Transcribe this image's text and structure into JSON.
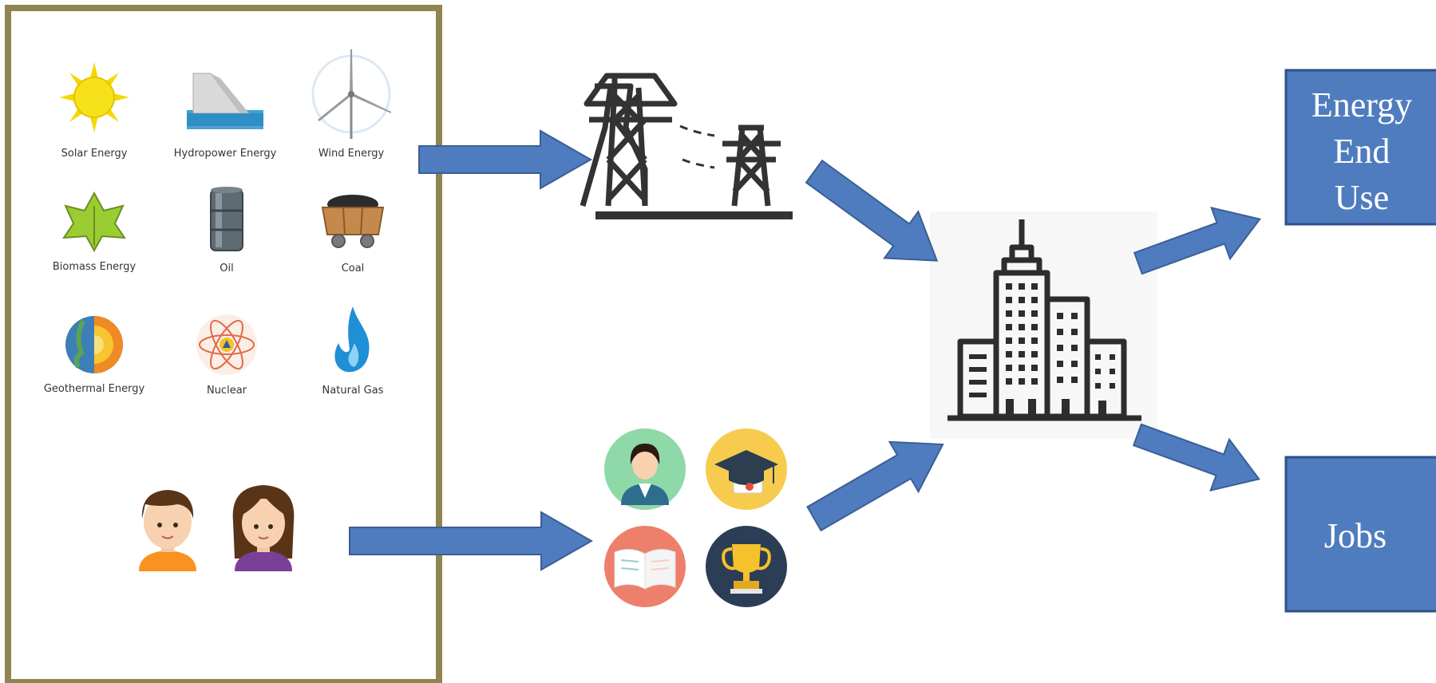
{
  "sources": [
    {
      "label": "Solar Energy",
      "icon": "sun-icon"
    },
    {
      "label": "Hydropower Energy",
      "icon": "dam-icon"
    },
    {
      "label": "Wind Energy",
      "icon": "wind-turbine-icon"
    },
    {
      "label": "Biomass Energy",
      "icon": "leaf-icon"
    },
    {
      "label": "Oil",
      "icon": "oil-barrel-icon"
    },
    {
      "label": "Coal",
      "icon": "coal-cart-icon"
    },
    {
      "label": "Geothermal Energy",
      "icon": "earth-core-icon"
    },
    {
      "label": "Nuclear",
      "icon": "atom-icon"
    },
    {
      "label": "Natural Gas",
      "icon": "gas-flame-icon"
    }
  ],
  "people_icons": [
    "boy-avatar-icon",
    "girl-avatar-icon"
  ],
  "middle_nodes": [
    {
      "name": "transmission",
      "icon": "power-pylon-icon"
    },
    {
      "name": "education",
      "icons": [
        "teacher-icon",
        "graduation-cap-icon",
        "book-icon",
        "trophy-icon"
      ]
    }
  ],
  "hub": {
    "icon": "city-buildings-icon"
  },
  "outputs": [
    {
      "lines": [
        "Energy",
        "End",
        "Use"
      ]
    },
    {
      "lines": [
        "Jobs"
      ]
    }
  ],
  "colors": {
    "frame": "#8f8550",
    "arrow_fill": "#4f7cbe",
    "arrow_stroke": "#3a5f95",
    "box_fill": "#4f7cbe",
    "box_stroke": "#2f5089",
    "icon_dark": "#333333"
  }
}
